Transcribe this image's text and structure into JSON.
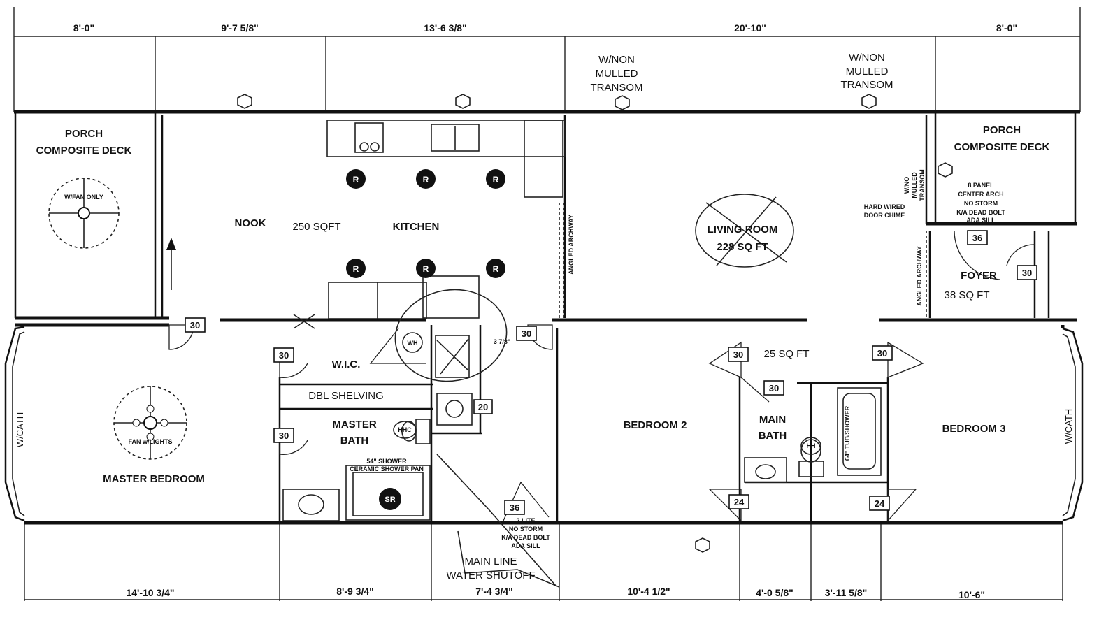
{
  "dimensions": {
    "top": [
      "8'-0\"",
      "9'-7 5/8\"",
      "13'-6 3/8\"",
      "20'-10\"",
      "8'-0\""
    ],
    "bottom": [
      "14'-10 3/4\"",
      "8'-9 3/4\"",
      "7'-4 3/4\"",
      "10'-4 1/2\"",
      "4'-0 5/8\"",
      "3'-11 5/8\"",
      "10'-6\""
    ]
  },
  "windows_note": {
    "left": [
      "W/NON",
      "MULLED",
      "TRANSOM"
    ],
    "right": [
      "W/NON",
      "MULLED",
      "TRANSOM"
    ]
  },
  "rooms": {
    "porch_left": [
      "PORCH",
      "COMPOSITE DECK"
    ],
    "porch_right": [
      "PORCH",
      "COMPOSITE DECK"
    ],
    "nook": "NOOK",
    "nook_area": "250 SQFT",
    "kitchen": "KITCHEN",
    "living": "LIVING ROOM",
    "living_area": "228 SQ FT",
    "foyer": "FOYER",
    "foyer_area": "38 SQ FT",
    "hall_area": "25 SQ FT",
    "wic": "W.I.C.",
    "dbl_shelving": "DBL SHELVING",
    "master_bath": [
      "MASTER",
      "BATH"
    ],
    "master_bedroom": "MASTER BEDROOM",
    "bedroom2": "BEDROOM 2",
    "main_bath": [
      "MAIN",
      "BATH"
    ],
    "bedroom3": "BEDROOM 3"
  },
  "notes": {
    "front_door": [
      "8 PANEL",
      "CENTER ARCH",
      "NO STORM",
      "K/A DEAD BOLT",
      "ADA SILL"
    ],
    "back_door": [
      "2 LITE",
      "NO STORM",
      "K/A DEAD BOLT",
      "ADA SILL"
    ],
    "door_chime": [
      "HARD WIRED",
      "DOOR CHIME"
    ],
    "transom_side": [
      "W/NO",
      "MULLED",
      "TRANSOM"
    ],
    "water": [
      "MAIN LINE",
      "WATER SHUTOFF"
    ],
    "shower": [
      "54\" SHOWER",
      "CERAMIC SHOWER PAN"
    ],
    "tub": "64\" TUB/SHOWER",
    "wcath_left": "W/CATH",
    "wcath_right": "W/CATH",
    "angled_left": "ANGLED ARCHWAY",
    "angled_right": "ANGLED ARCHWAY",
    "fan_left": "W/FAN ONLY",
    "fan_master": "FAN w/LIGHTS",
    "dim_small": "3 7/8\""
  },
  "door_tags": {
    "porch_rear": "30",
    "kitchen_right": "30",
    "wic": "30",
    "master_bath": "30",
    "bed2": "30",
    "bed3": "30",
    "main_bath": "30",
    "bed2_closet": "24",
    "bed3_closet": "24",
    "foyer_entry": "36",
    "foyer_closet": "30",
    "laundry": "20",
    "back_door": "36"
  },
  "symbols": {
    "recessed": "R",
    "shower_light": "SR",
    "water_heater": "WH",
    "heat": "HH",
    "hvac": "HHC"
  }
}
